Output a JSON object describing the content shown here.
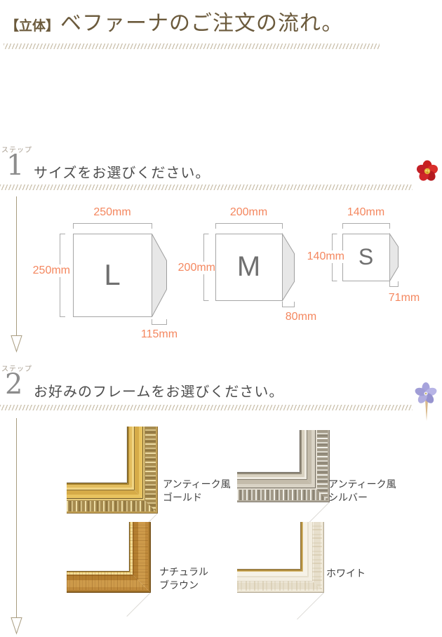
{
  "header": {
    "title_prefix": "【立体】",
    "title": "ベファーナのご注文の流れ。"
  },
  "steps": [
    {
      "label": "ステップ",
      "number": "1",
      "heading": "サイズをお選びください。",
      "flower_icon": "red-camellia-flower"
    },
    {
      "label": "ステップ",
      "number": "2",
      "heading": "お好みのフレームをお選びください。",
      "flower_icon": "purple-pressed-flower"
    }
  ],
  "sizes": [
    {
      "letter": "L",
      "width": "250mm",
      "height": "250mm",
      "depth": "115mm"
    },
    {
      "letter": "M",
      "width": "200mm",
      "height": "200mm",
      "depth": "80mm"
    },
    {
      "letter": "S",
      "width": "140mm",
      "height": "140mm",
      "depth": "71mm"
    }
  ],
  "frames": [
    {
      "line1": "アンティーク風",
      "line2": "ゴールド"
    },
    {
      "line1": "アンティーク風",
      "line2": "シルバー"
    },
    {
      "line1": "ナチュラル",
      "line2": "ブラウン"
    },
    {
      "line1": "ホワイト",
      "line2": ""
    }
  ],
  "colors": {
    "title_brown": "#6B5A3C",
    "heading_gray": "#4D4D4D",
    "accent_orange": "#F4875F",
    "hatch_tan": "#CBC1AD",
    "connector_tan": "#A89C80",
    "diagram_line_gray": "#9E9E9E",
    "trapezoid_fill": "#E7E7E7",
    "frame_gold": "#D9AF4E",
    "frame_silver": "#C7C0B1",
    "frame_brown": "#C79045",
    "frame_white": "#F4EFE3"
  }
}
